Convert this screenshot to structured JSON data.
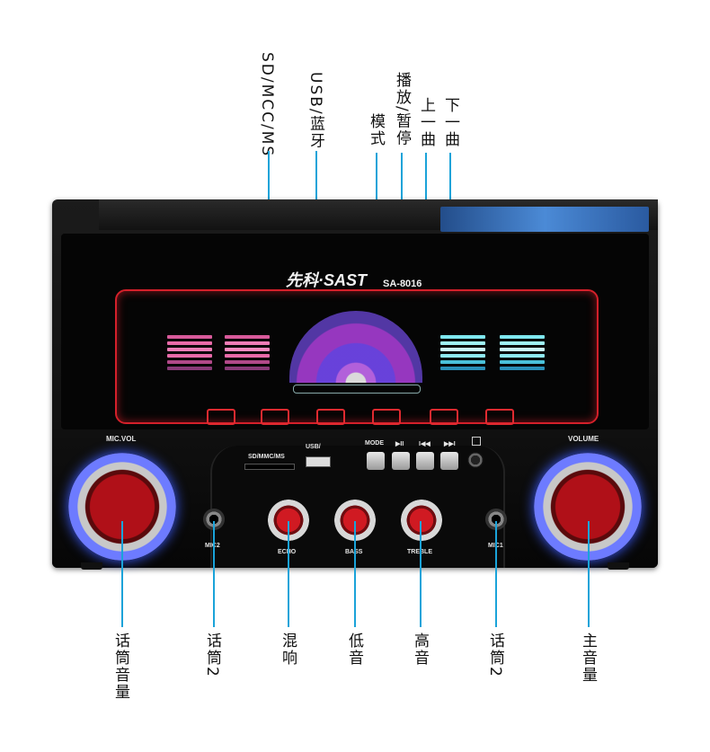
{
  "device": {
    "brand": "先科·SAST",
    "model": "SA-8016",
    "panel_labels": {
      "mic_vol": "MIC.VOL",
      "volume": "VOLUME",
      "sd": "SD/MMC/MS",
      "usb": "USB/",
      "mode": "MODE",
      "play": "▶II",
      "prev": "I◀◀",
      "next": "▶▶I",
      "mic2": "MIC2",
      "mic1": "MIC1",
      "echo": "ECHO",
      "bass": "BASS",
      "treble": "TREBLE"
    }
  },
  "callouts_top": {
    "sd": "SD/MCC/MS",
    "usb": "USB/蓝牙",
    "mode": "模式",
    "play": "播放/暂停",
    "prev": "上一曲",
    "next": "下一曲"
  },
  "callouts_bottom": {
    "mic_volume": "话筒音量",
    "mic2": "话筒2",
    "echo": "混响",
    "bass": "低音",
    "treble": "高音",
    "mic1": "话筒2",
    "main_volume": "主音量"
  },
  "colors": {
    "callout_line": "#1aa3d9",
    "display_red": "#d4202a",
    "ring_blue": "#3c5cff"
  }
}
